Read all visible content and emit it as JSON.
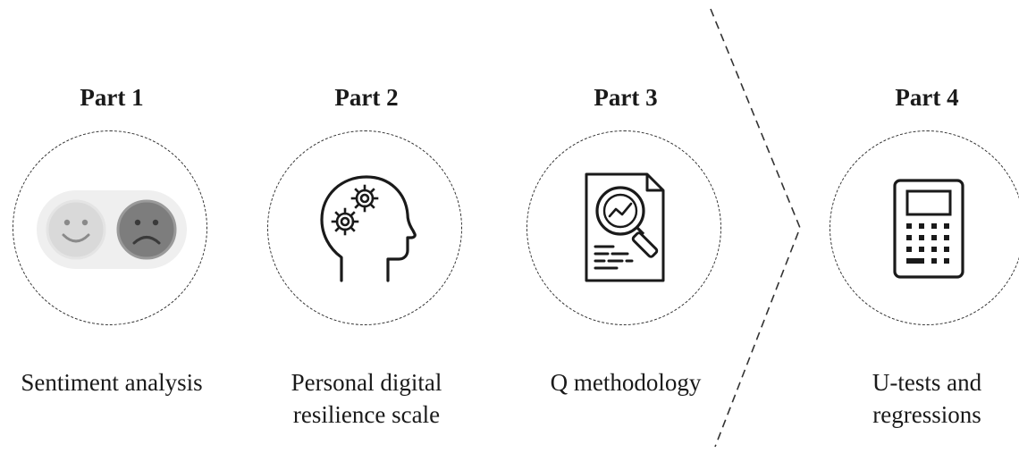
{
  "parts": [
    {
      "title": "Part 1",
      "description": "Sentiment analysis",
      "icon": "sentiment-faces-icon"
    },
    {
      "title": "Part 2",
      "description": "Personal digital\nresilience scale",
      "icon": "head-gears-icon"
    },
    {
      "title": "Part 3",
      "description": "Q methodology",
      "icon": "document-magnifier-icon"
    },
    {
      "title": "Part 4",
      "description": "U-tests and\nregressions",
      "icon": "calculator-icon"
    }
  ],
  "colors": {
    "line": "#333333",
    "text": "#1a1a1a",
    "pill": "#efefef",
    "happy_face": "#d9d9d9",
    "sad_face": "#7d7d7d"
  }
}
